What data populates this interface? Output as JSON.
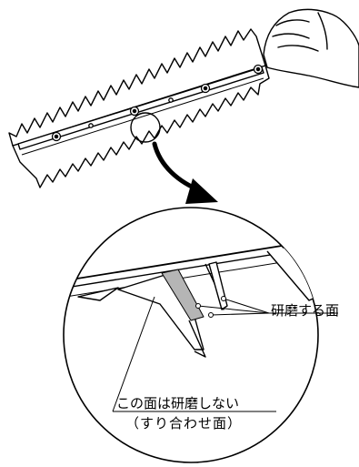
{
  "labels": {
    "polish_surface": "研磨する面",
    "no_polish_surface": "この面は研磨しない",
    "mating_surface": "（すり合わせ面）"
  },
  "colors": {
    "ink": "#000000",
    "paper": "#ffffff",
    "shade": "#b5b5b5"
  },
  "icons": {
    "hand": "hand-icon",
    "arrow": "curved-arrow-icon",
    "bolt": "bolt-icon"
  }
}
